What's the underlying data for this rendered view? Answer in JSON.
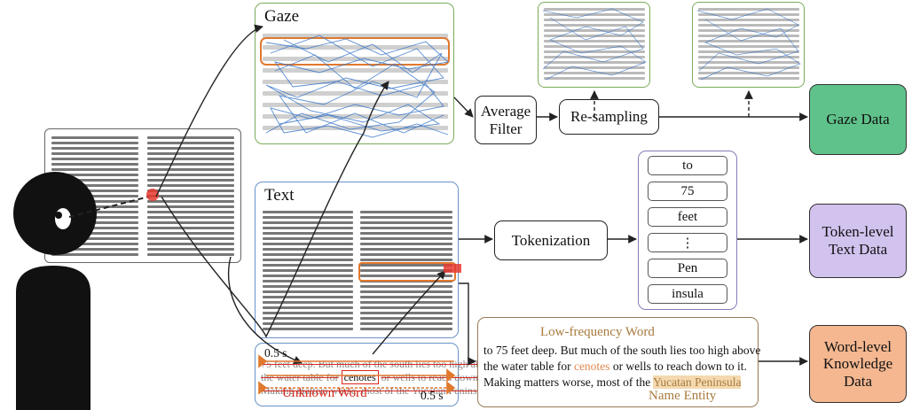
{
  "panels": {
    "gaze": {
      "title": "Gaze"
    },
    "text": {
      "title": "Text"
    }
  },
  "reading": {
    "line1": "75 feet deep. But much of the south lies too high above",
    "line2_a": "the water table for",
    "line2_word": "cenotes",
    "line2_b": "or wells to reach down to it.",
    "line3": "Making matters worse, most of the Yucatan Peninsula",
    "time_start": "0.5 s",
    "time_end": "0.5 s",
    "unknown_label": "Unknown Word"
  },
  "processes": {
    "average_filter": "Average Filter",
    "resampling": "Re-sampling",
    "tokenization": "Tokenization"
  },
  "outputs": {
    "gaze_data": "Gaze Data",
    "token_level": "Token-level Text Data",
    "word_level": "Word-level Knowledge Data"
  },
  "tokens": [
    "to",
    "75",
    "feet",
    "⋮",
    "Pen",
    "insula"
  ],
  "knowledge": {
    "low_freq_label": "Low-frequency Word",
    "name_entity_label": "Name Entity",
    "line1": "to 75 feet deep. But much of the south lies too high above",
    "line2_a": "the water table for",
    "line2_word": "cenotes",
    "line2_b": "or wells to reach down to it.",
    "line3_a": "Making matters worse, most of the",
    "line3_word": "Yucatan Peninsula"
  },
  "colors": {
    "gaze_border": "#7aab5a",
    "text_border": "#6a93c8",
    "knowledge_border": "#9a7a56",
    "gaze_data_fill": "#5fc28a",
    "token_fill": "#d2c2ee",
    "word_fill": "#f4b790",
    "unknown_red": "#d6281e",
    "scanpath_blue": "#3b78c9",
    "orange_highlight": "#e0782e"
  }
}
